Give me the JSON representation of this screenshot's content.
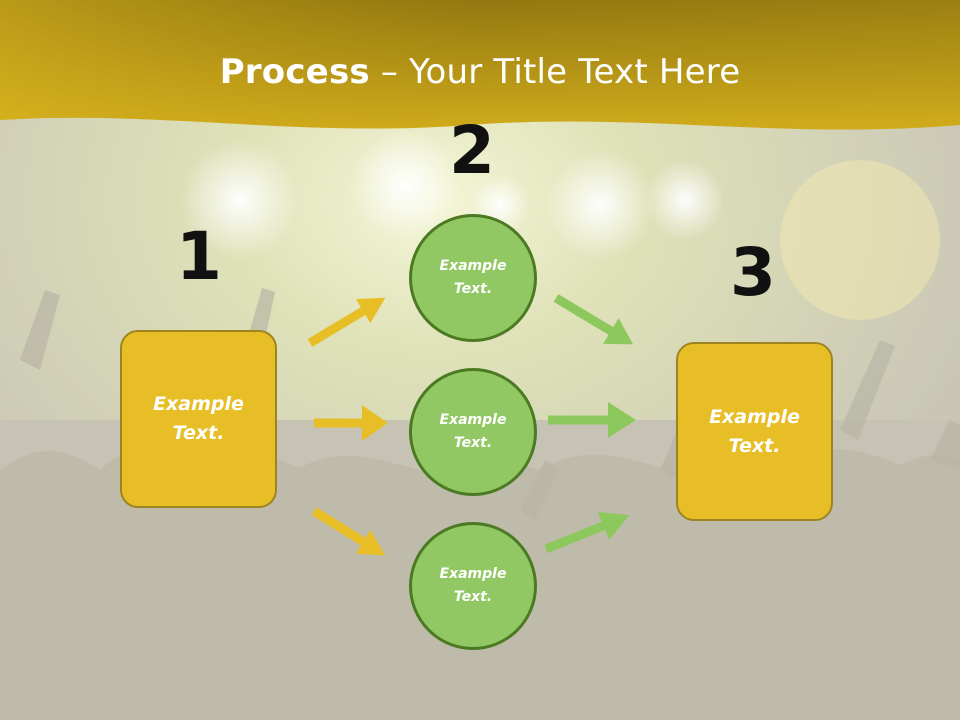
{
  "slide": {
    "title_bold": "Process",
    "title_rest": " – Your Title Text Here",
    "numbers": [
      "1",
      "2",
      "3"
    ],
    "left_box": "Example\nText.",
    "right_box": "Example\nText.",
    "circles": [
      "Example\nText.",
      "Example\nText.",
      "Example\nText."
    ],
    "colors": {
      "header": "#c9a51a",
      "box_fill": "#e8be27",
      "box_border": "#9e8421",
      "circle_fill": "#92c864",
      "circle_border": "#4c7a23",
      "arrow_yellow": "#e8be27",
      "arrow_green": "#8cc85c"
    }
  }
}
